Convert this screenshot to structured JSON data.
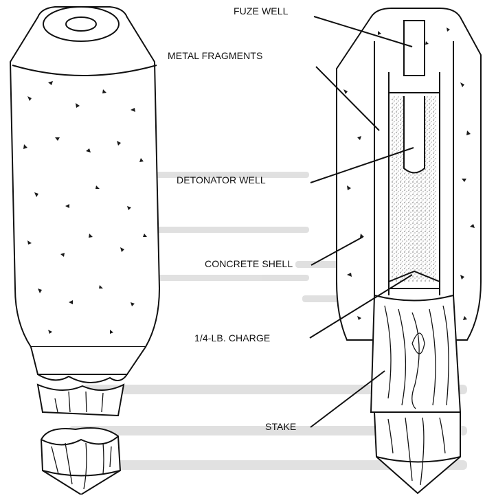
{
  "diagram": {
    "colors": {
      "ink": "#111111",
      "paper": "#ffffff",
      "background_text": "#c8c8c8",
      "charge_stipple": "#555555",
      "fragments": "#1a1a1a"
    },
    "labels": {
      "fuze_well": "FUZE WELL",
      "metal_fragments": "METAL FRAGMENTS",
      "detonator_well": "DETONATOR WELL",
      "concrete_shell": "CONCRETE SHELL",
      "charge": "1/4-LB. CHARGE",
      "stake": "STAKE"
    }
  }
}
